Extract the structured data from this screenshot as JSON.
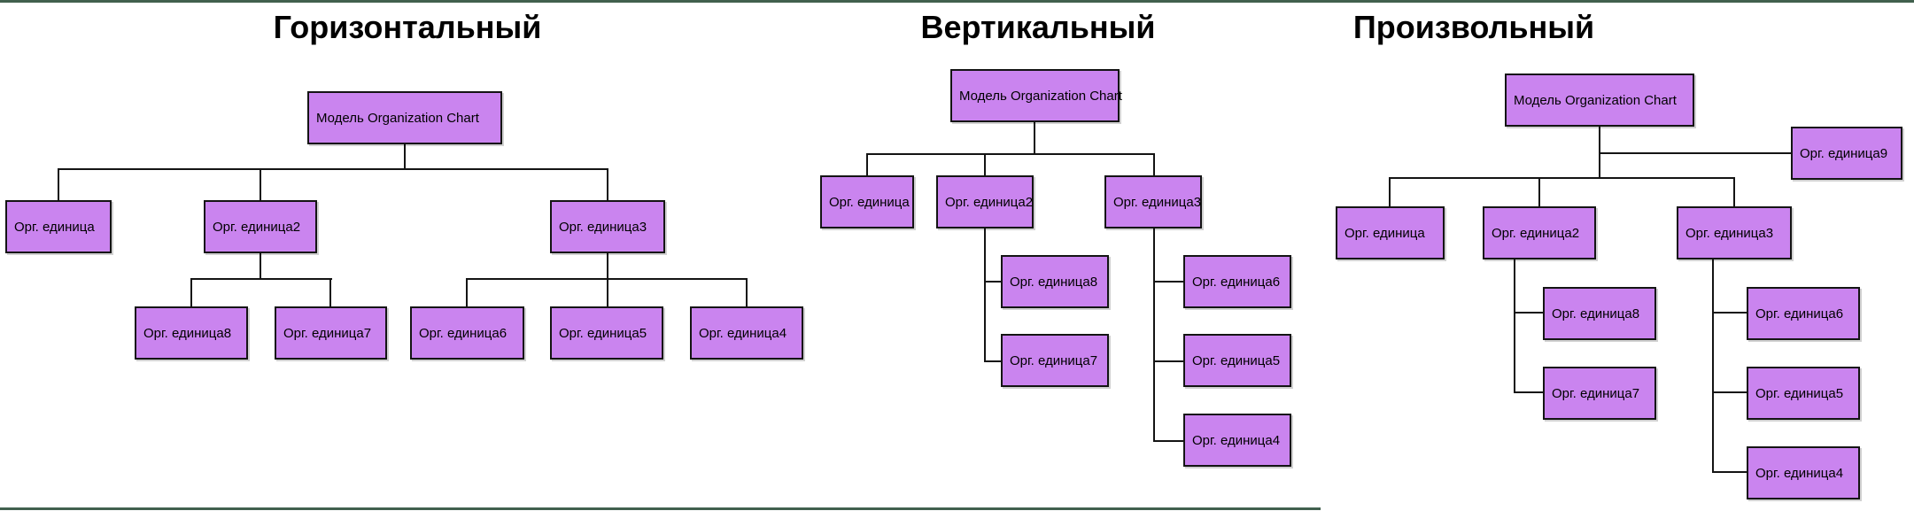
{
  "page": {
    "top_rule_color": "#41604e",
    "bottom_rule_color": "#41604e",
    "node_fill": "#ca84ef",
    "node_border": "#141414",
    "connector_color": "#141414"
  },
  "diagrams": [
    {
      "title": "Горизонтальный",
      "nodes": {
        "root": "Модель Organization Chart",
        "u1": "Орг. единица",
        "u2": "Орг. единица2",
        "u3": "Орг. единица3",
        "u4": "Орг. единица4",
        "u5": "Орг. единица5",
        "u6": "Орг. единица6",
        "u7": "Орг. единица7",
        "u8": "Орг. единица8"
      },
      "edges": [
        [
          "root",
          "u1"
        ],
        [
          "root",
          "u2"
        ],
        [
          "root",
          "u3"
        ],
        [
          "u2",
          "u8"
        ],
        [
          "u2",
          "u7"
        ],
        [
          "u3",
          "u6"
        ],
        [
          "u3",
          "u5"
        ],
        [
          "u3",
          "u4"
        ]
      ]
    },
    {
      "title": "Вертикальный",
      "nodes": {
        "root": "Модель Organization Chart",
        "u1": "Орг. единица",
        "u2": "Орг. единица2",
        "u3": "Орг. единица3",
        "u4": "Орг. единица4",
        "u5": "Орг. единица5",
        "u6": "Орг. единица6",
        "u7": "Орг. единица7",
        "u8": "Орг. единица8"
      },
      "edges": [
        [
          "root",
          "u1"
        ],
        [
          "root",
          "u2"
        ],
        [
          "root",
          "u3"
        ],
        [
          "u2",
          "u8"
        ],
        [
          "u2",
          "u7"
        ],
        [
          "u3",
          "u6"
        ],
        [
          "u3",
          "u5"
        ],
        [
          "u3",
          "u4"
        ]
      ]
    },
    {
      "title": "Произвольный",
      "nodes": {
        "root": "Модель Organization Chart",
        "u1": "Орг. единица",
        "u2": "Орг. единица2",
        "u3": "Орг. единица3",
        "u4": "Орг. единица4",
        "u5": "Орг. единица5",
        "u6": "Орг. единица6",
        "u7": "Орг. единица7",
        "u8": "Орг. единица8",
        "u9": "Орг. единица9"
      },
      "edges": [
        [
          "root",
          "u9"
        ],
        [
          "root",
          "u1"
        ],
        [
          "root",
          "u2"
        ],
        [
          "root",
          "u3"
        ],
        [
          "u2",
          "u8"
        ],
        [
          "u2",
          "u7"
        ],
        [
          "u3",
          "u6"
        ],
        [
          "u3",
          "u5"
        ],
        [
          "u3",
          "u4"
        ]
      ]
    }
  ]
}
